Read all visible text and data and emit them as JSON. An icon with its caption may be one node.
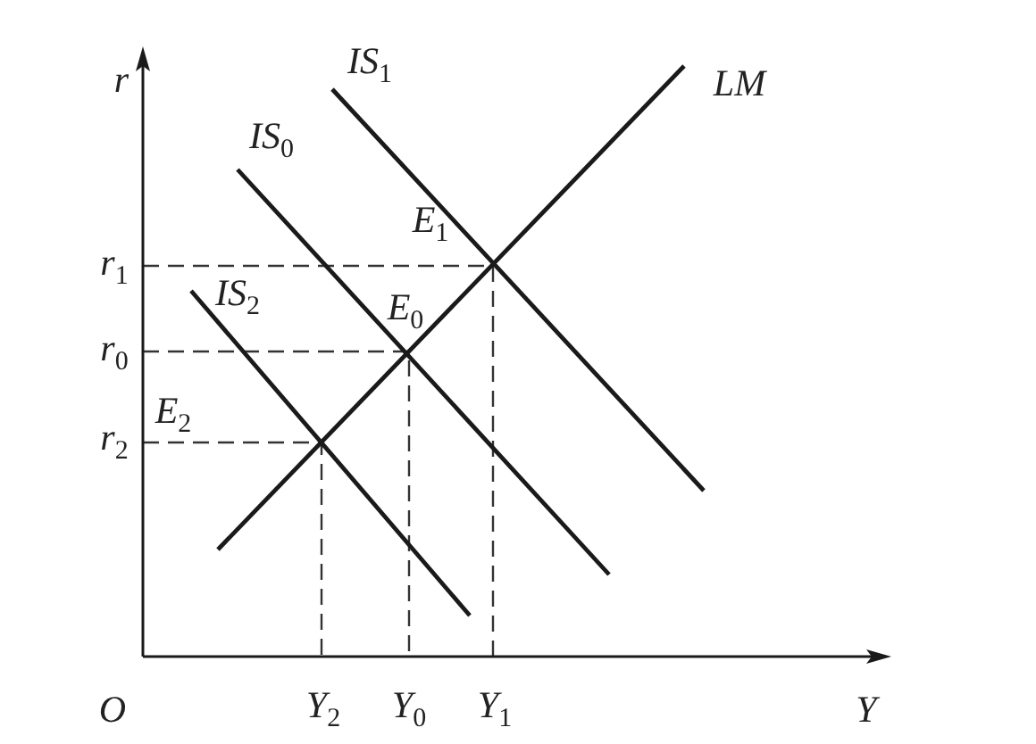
{
  "diagram": {
    "labels": [
      "r",
      "IS$_{1}$",
      "LM",
      "IS$_{0}$",
      "E$_{1}$",
      "r$_{1}$",
      "IS$_{2}$",
      "E$_{0}$",
      "r$_{0}$",
      "E$_{2}$",
      "r$_{2}$",
      "O",
      "Y$_{2}$",
      "Y$_{0}$",
      "Y$_{1}$",
      "Y"
    ]
  }
}
